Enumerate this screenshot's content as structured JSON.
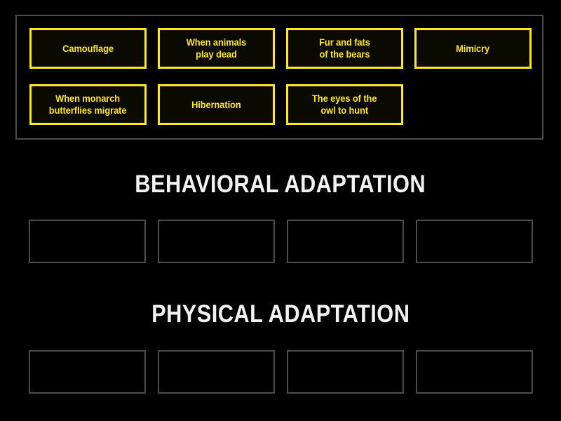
{
  "activity": {
    "type": "group-sort",
    "background_color": "#000000",
    "tile_border_color": "#ffe81c",
    "tile_text_color": "#ffe81c",
    "heading_text_color": "#f2f2f2",
    "dropzone_border_color": "#4c4c4c"
  },
  "tile_tray": {
    "tiles": [
      {
        "id": "tile-camouflage",
        "label": "Camouflage"
      },
      {
        "id": "tile-play-dead",
        "label": "When animals\nplay dead"
      },
      {
        "id": "tile-fur-and-fats",
        "label": "Fur and fats\nof the bears"
      },
      {
        "id": "tile-mimicry",
        "label": "Mimicry"
      },
      {
        "id": "tile-monarch-migrate",
        "label": "When monarch\nbutterflies migrate"
      },
      {
        "id": "tile-hibernation",
        "label": "Hibernation"
      },
      {
        "id": "tile-owl-eyes",
        "label": "The eyes of the\nowl to hunt"
      }
    ]
  },
  "categories": [
    {
      "id": "behavioral",
      "heading": "BEHAVIORAL ADAPTATION",
      "dropzones": [
        {
          "id": "behavioral-slot-1",
          "content": ""
        },
        {
          "id": "behavioral-slot-2",
          "content": ""
        },
        {
          "id": "behavioral-slot-3",
          "content": ""
        },
        {
          "id": "behavioral-slot-4",
          "content": ""
        }
      ]
    },
    {
      "id": "physical",
      "heading": "PHYSICAL ADAPTATION",
      "dropzones": [
        {
          "id": "physical-slot-1",
          "content": ""
        },
        {
          "id": "physical-slot-2",
          "content": ""
        },
        {
          "id": "physical-slot-3",
          "content": ""
        },
        {
          "id": "physical-slot-4",
          "content": ""
        }
      ]
    }
  ]
}
